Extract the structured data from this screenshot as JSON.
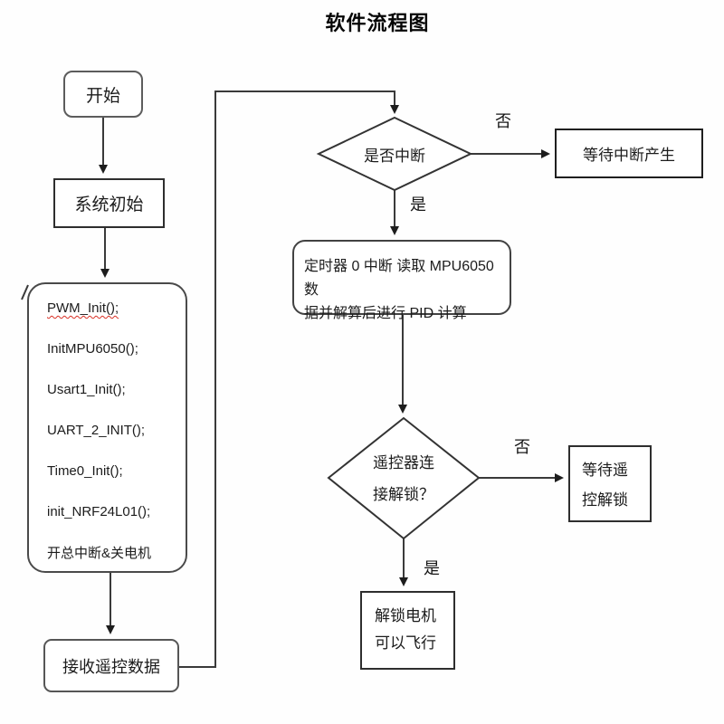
{
  "title": "软件流程图",
  "colors": {
    "line": "#3a3a3a",
    "arrow": "#1d1d1d",
    "border_dark": "#2e2e2e",
    "squiggle": "#d93025"
  },
  "nodes": {
    "start": {
      "label": "开始"
    },
    "sys_init": {
      "label": "系统初始"
    },
    "init_block": {
      "lines": [
        "PWM_Init();",
        "InitMPU6050();",
        "Usart1_Init();",
        "UART_2_INIT();",
        "Time0_Init();",
        "init_NRF24L01();",
        "开总中断&关电机"
      ]
    },
    "receive": {
      "label": "接收遥控数据"
    },
    "decision_interrupt": {
      "label": "是否中断"
    },
    "wait_interrupt": {
      "label": "等待中断产生"
    },
    "timer_isr": {
      "lines": [
        "定时器 0 中断 读取 MPU6050 数",
        "据并解算后进行 PID 计算"
      ]
    },
    "decision_unlock": {
      "lines": [
        "遥控器连",
        "接解锁？"
      ]
    },
    "wait_unlock": {
      "lines": [
        "等待遥",
        "控解锁"
      ]
    },
    "unlock_motor": {
      "lines": [
        "解锁电机",
        "可以飞行"
      ]
    }
  },
  "edge_labels": {
    "no1": "否",
    "yes1": "是",
    "no2": "否",
    "yes2": "是"
  }
}
